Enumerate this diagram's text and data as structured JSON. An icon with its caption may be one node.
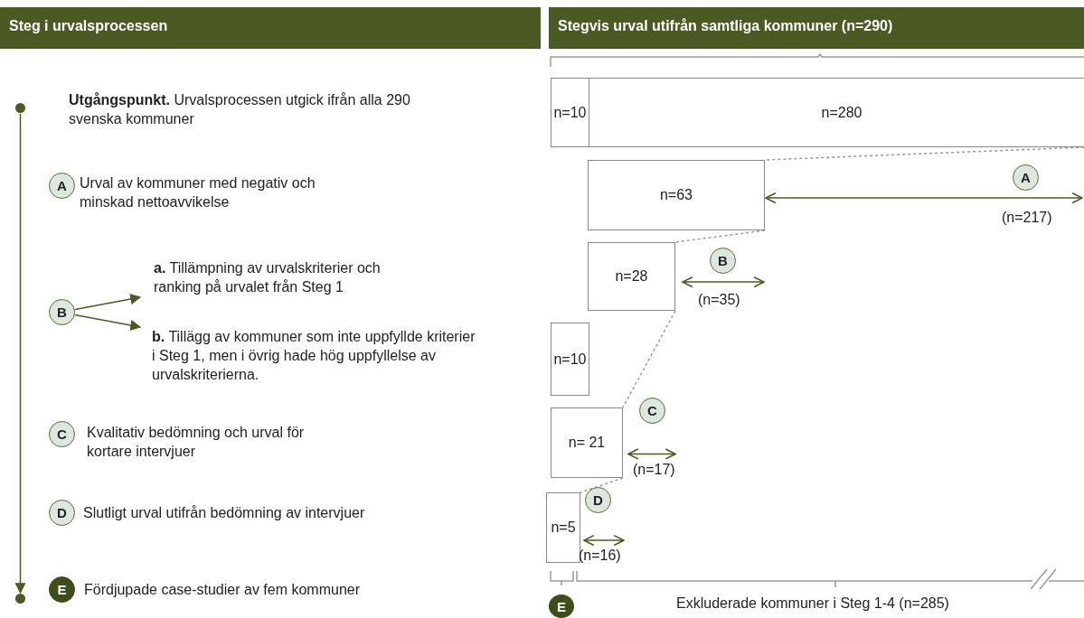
{
  "diagram": {
    "nodes": [
      {
        "text": [
          "Steg i urvalsprocessen"
        ]
      },
      {
        "text": [
          "Stegvis urval utifrån samtliga kommuner (n=290)"
        ]
      },
      {
        "text": [],
        "shape": "circle"
      },
      {
        "text": [
          "**Utgångspunkt.** Urvalsprocessen utgick ifrån alla 290 svenska kommuner"
        ]
      },
      {
        "text": [
          "A"
        ]
      },
      {
        "text": [
          "Urval av kommuner med negativ och minskad nettoavvikelse"
        ]
      },
      {
        "text": [
          "B"
        ]
      },
      {
        "text": [
          "**a.** Tillämpning av urvalskriterier och ranking på urvalet från Steg 1"
        ]
      },
      {
        "text": [
          "**b.** Tillägg av kommuner som inte uppfyllde kriterier i Steg 1, men i övrig hade hög uppfyllelse av urvalskriterierna."
        ]
      },
      {
        "text": [
          "C"
        ]
      },
      {
        "text": [
          "Kvalitativ bedömning och urval för kortare intervjuer"
        ]
      },
      {
        "text": [
          "D"
        ]
      },
      {
        "text": [
          "Slutligt urval utifrån bedömning av intervjuer"
        ]
      },
      {
        "text": [],
        "shape": "circle"
      },
      {
        "text": [
          "E"
        ]
      },
      {
        "text": [
          "Fördjupade case-studier av fem kommuner"
        ]
      },
      {
        "text": [
          "n=10"
        ]
      },
      {
        "text": [
          "n=280"
        ]
      },
      {
        "text": [
          "A"
        ]
      },
      {
        "text": [
          "n=63"
        ]
      },
      {
        "text": [
          "B"
        ]
      },
      {
        "text": [
          "n=28"
        ]
      },
      {
        "text": [
          "n=10"
        ]
      },
      {
        "text": [
          "C"
        ]
      },
      {
        "text": [
          "n= 21"
        ]
      },
      {
        "text": [
          "D"
        ]
      },
      {
        "text": [
          "n=5"
        ]
      },
      {
        "text": [
          "E"
        ]
      }
    ],
    "edges": [
      {
        "from": 2,
        "to": 13,
        "arrow": "to"
      },
      {
        "from": 6,
        "to": 7,
        "arrow": "to"
      },
      {
        "from": 6,
        "to": 8,
        "arrow": "to"
      },
      {
        "from": 17,
        "to": 19,
        "arrow": "none",
        "style": "dashed",
        "color": "#999999"
      },
      {
        "from": 19,
        "to": null,
        "arrow": "both",
        "label": "(n=217)"
      },
      {
        "from": 19,
        "to": 21,
        "arrow": "none",
        "style": "dashed",
        "color": "#999999"
      },
      {
        "from": 21,
        "to": null,
        "arrow": "both",
        "label": "(n=35)"
      },
      {
        "from": 21,
        "to": 24,
        "arrow": "none",
        "style": "dashed",
        "color": "#999999"
      },
      {
        "from": 24,
        "to": null,
        "arrow": "both",
        "label": "(n=17)"
      },
      {
        "from": 24,
        "to": 26,
        "arrow": "none",
        "style": "dashed",
        "color": "#999999"
      },
      {
        "from": 26,
        "to": null,
        "arrow": "both",
        "label": "(n=16)"
      }
    ],
    "labels": [
      "Exkluderade kommuner i Steg 1-4 (n=285)"
    ]
  }
}
